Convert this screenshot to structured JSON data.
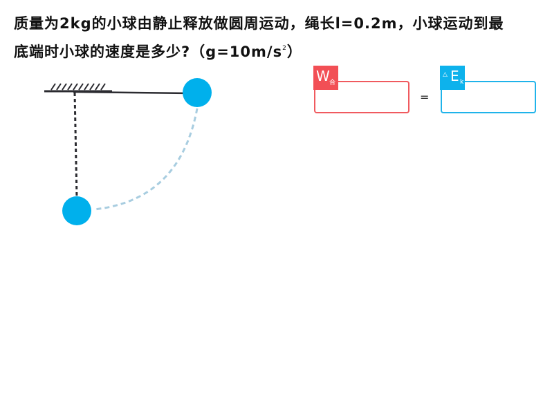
{
  "question": {
    "line1": "质量为2kg的小球由静止释放做圆周运动，绳长l=0.2m，小球运动到最",
    "line2_main": "底端时小球的速度是多少?（g=10m/s",
    "line2_sup": "2",
    "line2_end": "）"
  },
  "equation": {
    "left_symbol": "W",
    "left_subscript": "合",
    "equals": "=",
    "right_prefix": "△",
    "right_symbol": "E",
    "right_subscript": "k"
  },
  "colors": {
    "work_box": "#f05a5f",
    "energy_box": "#1fb3ea",
    "ball": "#00b0ec",
    "arc": "#a8cde0",
    "rope": "#2b2b30"
  }
}
